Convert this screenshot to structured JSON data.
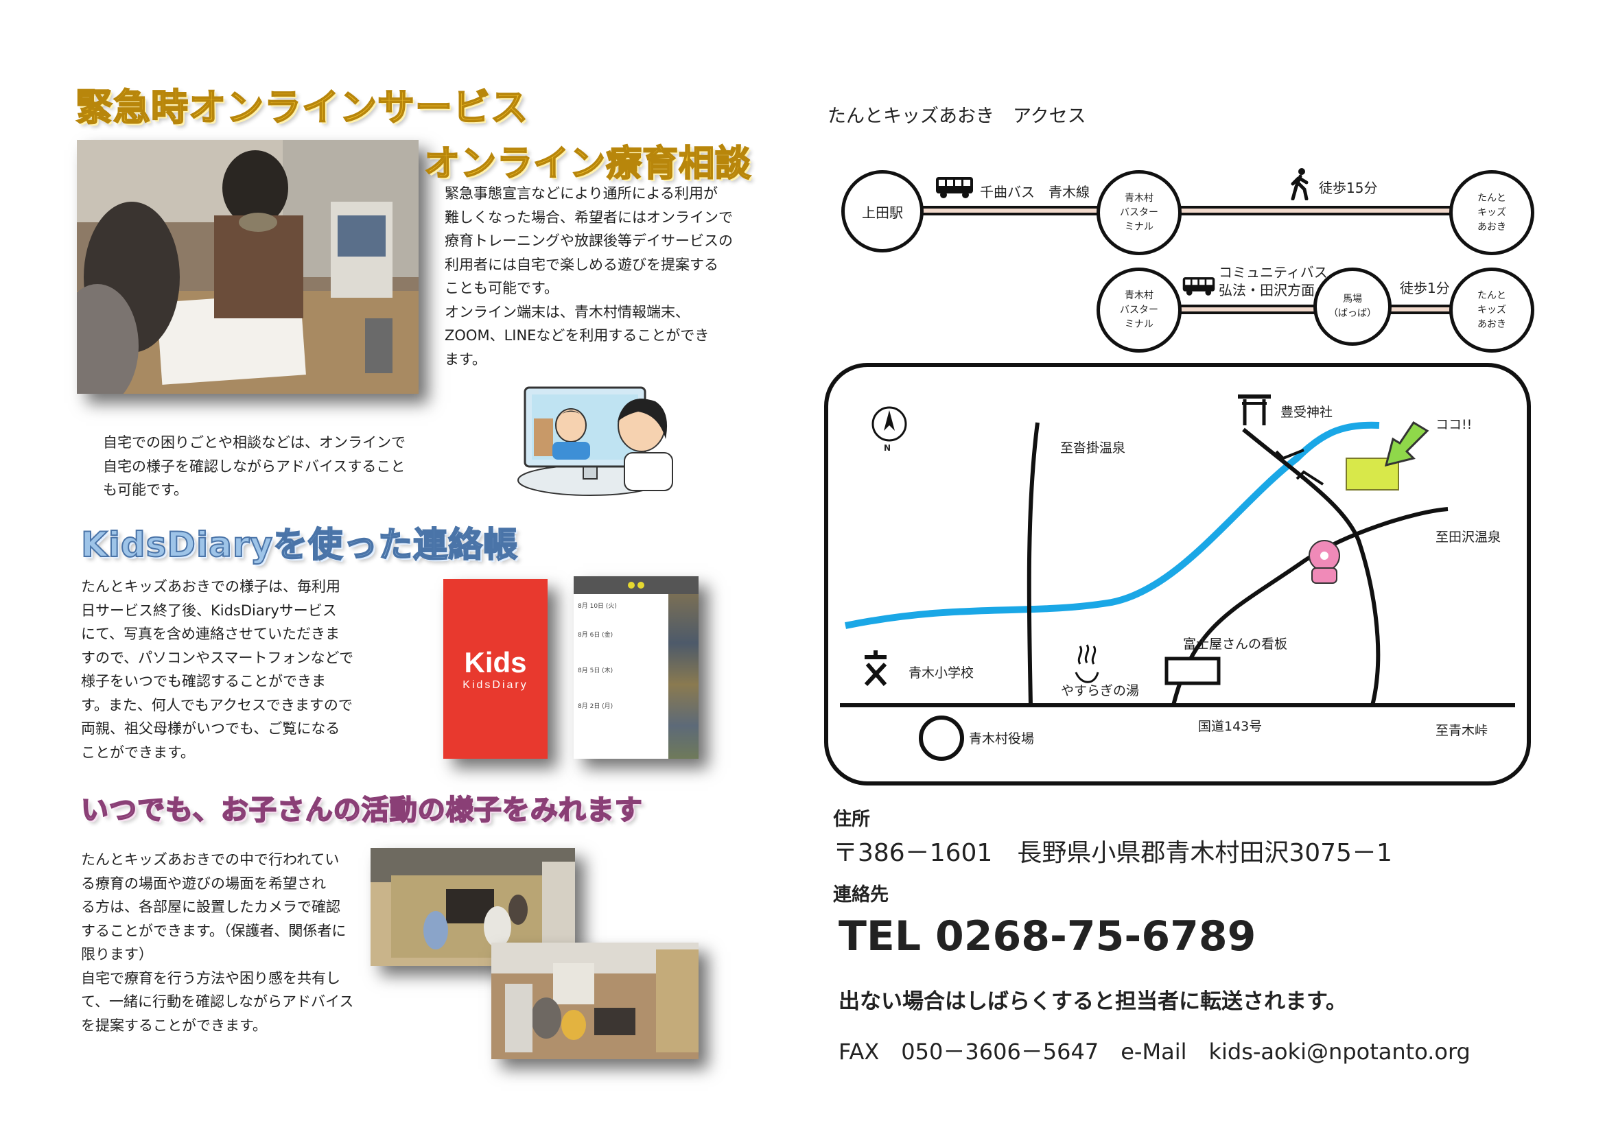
{
  "left": {
    "section1": {
      "title1": "緊急時オンラインサービス",
      "title2": "オンライン療育相談",
      "paragraph": [
        "緊急事態宣言などにより通所による利用が",
        "難しくなった場合、希望者にはオンラインで",
        "療育トレーニングや放課後等デイサービスの",
        "利用者には自宅で楽しめる遊びを提案する",
        "ことも可能です。",
        "オンライン端末は、青木村情報端末、",
        "ZOOM、LINEなどを利用することができ",
        "ます。"
      ],
      "caption": [
        "自宅での困りごとや相談などは、オンラインで",
        "自宅の様子を確認しながらアドバイスすること",
        "も可能です。"
      ]
    },
    "section2": {
      "title": "KidsDiaryを使った連絡帳",
      "paragraph": [
        "たんとキッズあおきでの様子は、毎利用",
        "日サービス終了後、KidsDiaryサービス",
        "にて、写真を含め連絡させていただきま",
        "すので、パソコンやスマートフォンなどで",
        "様子をいつでも確認することができま",
        "す。また、何人でもアクセスできますので",
        "両親、祖父母様がいつでも、ご覧になる",
        "ことができます。"
      ],
      "logo_big": "Kids",
      "logo_small": "KidsDiary",
      "phone_dates": [
        "8月 10日 (火)",
        "8月 6日 (金)",
        "8月 5日 (木)",
        "8月 2日 (月)"
      ]
    },
    "section3": {
      "title": "いつでも、お子さんの活動の様子をみれます",
      "paragraph": [
        "たんとキッズあおきでの中で行われてい",
        "る療育の場面や遊びの場面を希望され",
        "る方は、各部屋に設置したカメラで確認",
        "することができます。（保護者、関係者に",
        "限ります）",
        "自宅で療育を行う方法や困り感を共有し",
        "て、一緒に行動を確認しながらアドバイス",
        "を提案することができます。"
      ]
    }
  },
  "right": {
    "access_title": "たんとキッズあおき　アクセス",
    "route1": {
      "station": "上田駅",
      "bus_label": "千曲バス　青木線",
      "terminal": [
        "青木村",
        "バスター",
        "ミナル"
      ],
      "walk_label": "徒歩15分",
      "dest": [
        "たんと",
        "キッズ",
        "あおき"
      ]
    },
    "route2": {
      "terminal": [
        "青木村",
        "バスター",
        "ミナル"
      ],
      "bus_label": [
        "コミュニティバス",
        "弘法・田沢方面"
      ],
      "stop": [
        "馬場",
        "（ばっば）"
      ],
      "walk_label": "徒歩1分",
      "dest": [
        "たんと",
        "キッズ",
        "あおき"
      ]
    },
    "map": {
      "north": "N",
      "to_kutsukake": "至沓掛温泉",
      "shrine": "豊受神社",
      "here": "ココ!!",
      "to_tazawa": "至田沢温泉",
      "school": "青木小学校",
      "yasuragi": "やすらぎの湯",
      "fujiya": "富士屋さんの看板",
      "route143": "国道143号",
      "village_office": "青木村役場",
      "to_aoki_pass": "至青木峠"
    },
    "contact": {
      "address_label": "住所",
      "address": "〒386－1601　長野県小県郡青木村田沢3075－1",
      "contact_label": "連絡先",
      "tel": "TEL 0268-75-6789",
      "note": "出ない場合はしばらくすると担当者に転送されます。",
      "fax_mail": "FAX　050－3606－5647　e-Mail　kids-aoki@npotanto.org"
    }
  }
}
